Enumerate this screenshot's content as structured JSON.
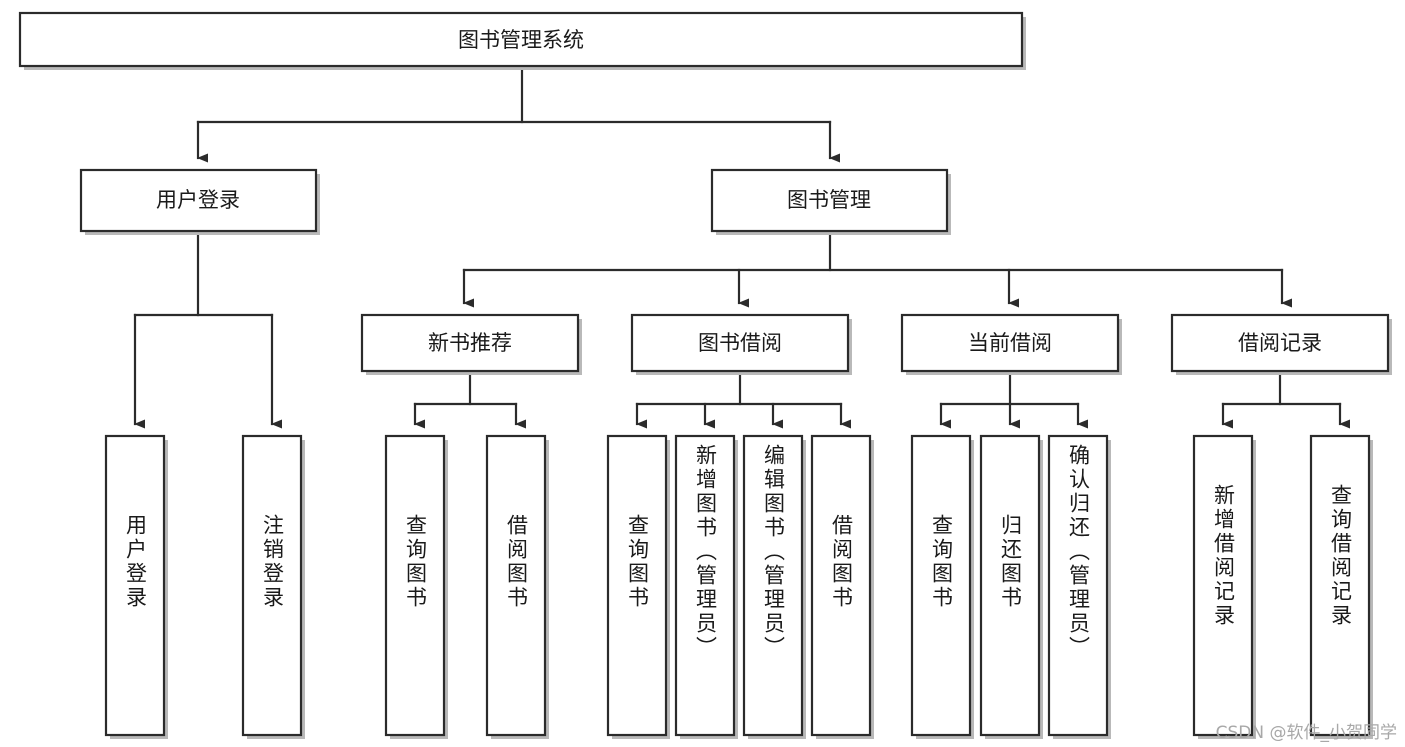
{
  "diagram": {
    "title_node": {
      "label": "图书管理系统"
    },
    "level2": [
      {
        "id": "user-login",
        "label": "用户登录"
      },
      {
        "id": "book-management",
        "label": "图书管理"
      }
    ],
    "level3": [
      {
        "id": "new-book-recommend",
        "label": "新书推荐"
      },
      {
        "id": "book-borrow",
        "label": "图书借阅"
      },
      {
        "id": "current-borrow",
        "label": "当前借阅"
      },
      {
        "id": "borrow-record",
        "label": "借阅记录"
      }
    ],
    "leaves": [
      {
        "id": "leaf-user-login",
        "label": "用户登录",
        "parent": "user-login"
      },
      {
        "id": "leaf-user-logout",
        "label": "注销登录",
        "parent": "user-login"
      },
      {
        "id": "leaf-query-book-1",
        "label": "查询图书",
        "parent": "new-book-recommend"
      },
      {
        "id": "leaf-borrow-book-1",
        "label": "借阅图书",
        "parent": "new-book-recommend"
      },
      {
        "id": "leaf-query-book-2",
        "label": "查询图书",
        "parent": "book-borrow"
      },
      {
        "id": "leaf-add-book",
        "label": "新增图书（管理员）",
        "parent": "book-borrow"
      },
      {
        "id": "leaf-edit-book",
        "label": "编辑图书（管理员）",
        "parent": "book-borrow"
      },
      {
        "id": "leaf-borrow-book-2",
        "label": "借阅图书",
        "parent": "book-borrow"
      },
      {
        "id": "leaf-query-book-3",
        "label": "查询图书",
        "parent": "current-borrow"
      },
      {
        "id": "leaf-return-book",
        "label": "归还图书",
        "parent": "current-borrow"
      },
      {
        "id": "leaf-confirm-return",
        "label": "确认归还（管理员）",
        "parent": "current-borrow"
      },
      {
        "id": "leaf-add-borrow-record",
        "label": "新增借阅记录",
        "parent": "borrow-record"
      },
      {
        "id": "leaf-query-borrow-record",
        "label": "查询借阅记录",
        "parent": "borrow-record"
      }
    ],
    "colors": {
      "stroke": "#2b2b2b",
      "fill": "#ffffff",
      "text": "#1a1a1a",
      "shadow": "#b9b9b9",
      "watermark": "#a8a8a8"
    }
  },
  "watermark": {
    "text": "CSDN @软件_小贺同学"
  }
}
